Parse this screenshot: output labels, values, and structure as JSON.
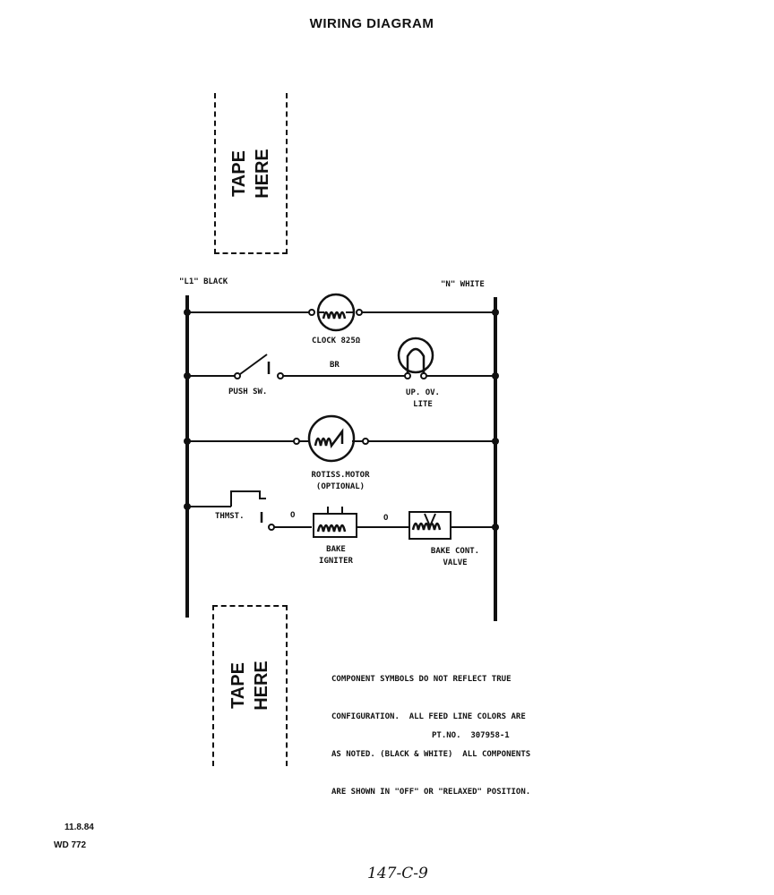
{
  "title": "WIRING DIAGRAM",
  "tape_label": [
    "TAPE",
    "HERE"
  ],
  "lines": {
    "l1": "\"L1\" BLACK",
    "n": "\"N\" WHITE"
  },
  "components": {
    "clock": "CLOCK 825Ω",
    "wire_br": "BR",
    "push_sw": "PUSH SW.",
    "oven_lite_1": "UP. OV.",
    "oven_lite_2": "LITE",
    "motor_1": "ROTISS.MOTOR",
    "motor_2": "(OPTIONAL)",
    "thermostat": "THMST.",
    "wire_o1": "O",
    "wire_o2": "O",
    "igniter_1": "BAKE",
    "igniter_2": "IGNITER",
    "valve_1": "BAKE  CONT.",
    "valve_2": "VALVE"
  },
  "note": [
    "COMPONENT SYMBOLS DO NOT REFLECT TRUE",
    "CONFIGURATION.  ALL FEED LINE COLORS ARE",
    "AS NOTED. (BLACK & WHITE)  ALL COMPONENTS",
    "ARE SHOWN IN \"OFF\" OR \"RELAXED\" POSITION."
  ],
  "part_no": "PT.NO.  307958-1",
  "date": "11.8.84",
  "wd": "WD 772",
  "handwritten": "147-C-9"
}
